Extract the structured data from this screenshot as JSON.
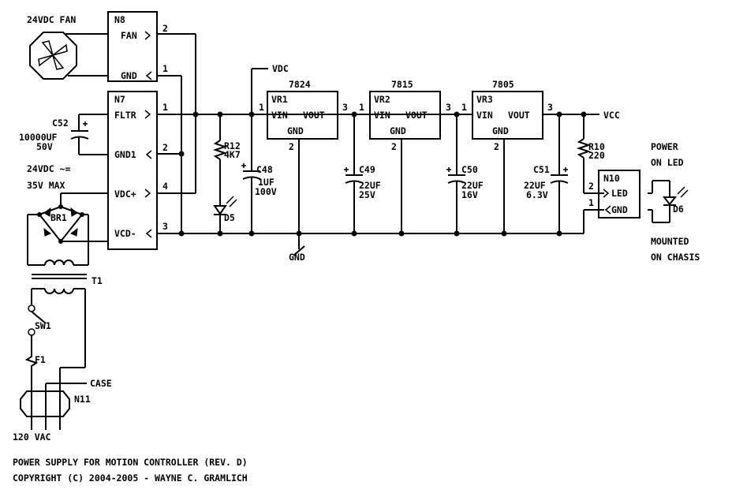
{
  "fan": {
    "label": "24VDC FAN"
  },
  "n8": {
    "ref": "N8",
    "pins": [
      {
        "name": "FAN",
        "num": "2"
      },
      {
        "name": "GND",
        "num": "1"
      }
    ]
  },
  "n7": {
    "ref": "N7",
    "pins": [
      {
        "name": "FLTR",
        "num": "1"
      },
      {
        "name": "GND1",
        "num": "2"
      },
      {
        "name": "VDC+",
        "num": "4"
      },
      {
        "name": "VCD-",
        "num": "3"
      }
    ]
  },
  "c52": {
    "ref": "C52",
    "v1": "10000UF",
    "v2": "50V"
  },
  "supply": {
    "line1": "24VDC ~=",
    "line2": "35V MAX"
  },
  "br1": {
    "ref": "BR1"
  },
  "t1": {
    "ref": "T1"
  },
  "sw1": {
    "ref": "SW1"
  },
  "f1": {
    "ref": "F1"
  },
  "case": {
    "label": "CASE"
  },
  "n11": {
    "ref": "N11"
  },
  "mains": {
    "label": "120 VAC"
  },
  "vdc": {
    "label": "VDC"
  },
  "r12": {
    "ref": "R12",
    "value": "4K7"
  },
  "d5": {
    "ref": "D5"
  },
  "c48": {
    "ref": "C48",
    "v1": "1UF",
    "v2": "100V"
  },
  "vr1": {
    "part": "7824",
    "ref": "VR1",
    "vin": "VIN",
    "vout": "VOUT",
    "gnd": "GND",
    "p1": "1",
    "p2": "2",
    "p3": "3"
  },
  "vr2": {
    "part": "7815",
    "ref": "VR2",
    "vin": "VIN",
    "vout": "VOUT",
    "gnd": "GND",
    "p1": "1",
    "p2": "2",
    "p3": "3"
  },
  "vr3": {
    "part": "7805",
    "ref": "VR3",
    "vin": "VIN",
    "vout": "VOUT",
    "gnd": "GND",
    "p1": "1",
    "p2": "2",
    "p3": "3"
  },
  "c49": {
    "ref": "C49",
    "v1": "22UF",
    "v2": "25V"
  },
  "c50": {
    "ref": "C50",
    "v1": "22UF",
    "v2": "16V"
  },
  "c51": {
    "ref": "C51",
    "v1": "22UF",
    "v2": "6.3V"
  },
  "gnd": {
    "label": "GND"
  },
  "vcc": {
    "label": "VCC"
  },
  "r10": {
    "ref": "R10",
    "value": "220"
  },
  "n10": {
    "ref": "N10",
    "pins": [
      {
        "name": "LED",
        "num": "2"
      },
      {
        "name": "GND",
        "num": "1"
      }
    ]
  },
  "power_led": {
    "line1": "POWER",
    "line2": "ON LED"
  },
  "d6": {
    "ref": "D6"
  },
  "mounted": {
    "line1": "MOUNTED",
    "line2": "ON CHASIS"
  },
  "footer": {
    "title": "POWER SUPPLY FOR MOTION CONTROLLER (REV. D)",
    "copyright": "COPYRIGHT (C) 2004-2005 - WAYNE C. GRAMLICH"
  }
}
